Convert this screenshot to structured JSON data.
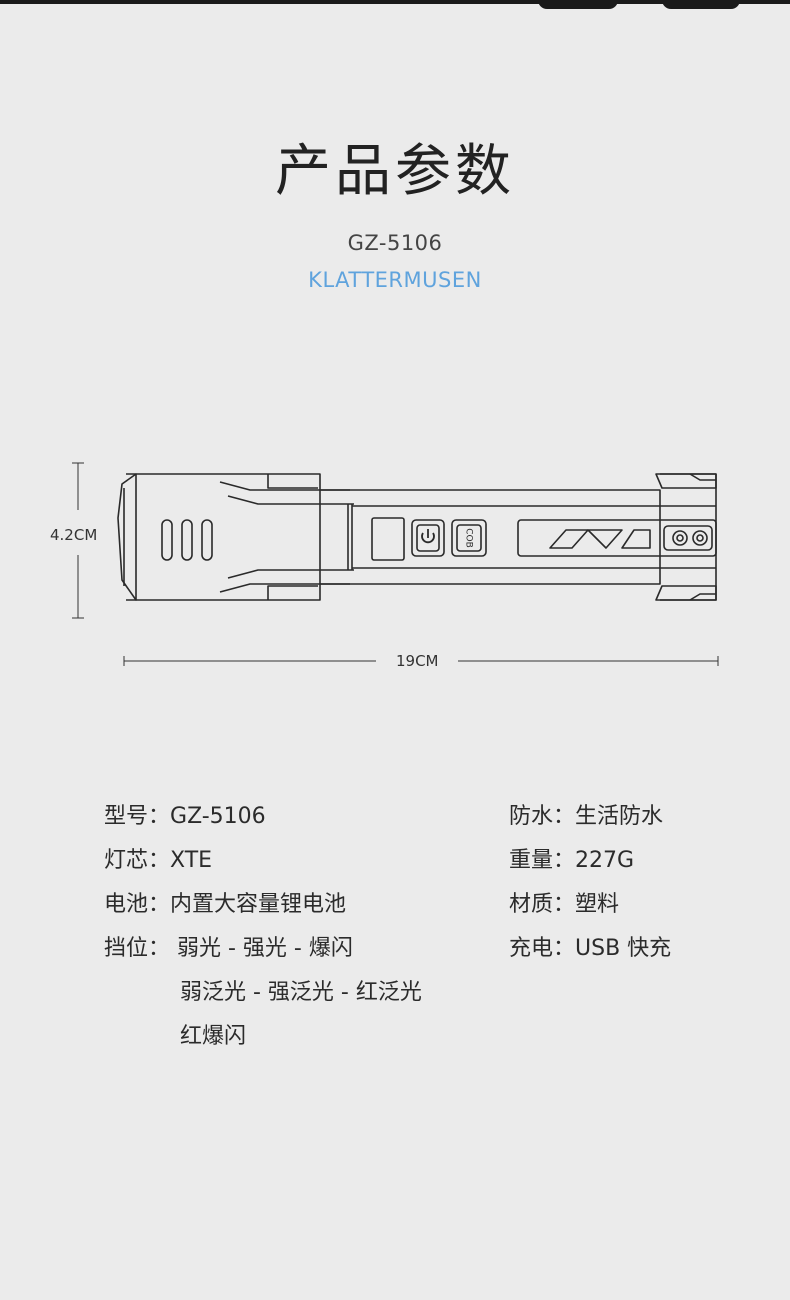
{
  "header": {
    "title": "产品参数",
    "model": "GZ-5106",
    "brand": "KLATTERMUSEN"
  },
  "dimensions": {
    "height_label": "4.2CM",
    "length_label": "19CM"
  },
  "product_buttons": {
    "cob_label": "COB"
  },
  "specs_left": [
    {
      "key": "型号：",
      "value": "GZ-5106"
    },
    {
      "key": "灯芯：",
      "value": "XTE"
    },
    {
      "key": "电池：",
      "value": "内置大容量锂电池"
    },
    {
      "key": "挡位：",
      "value": " 弱光 - 强光 - 爆闪"
    }
  ],
  "specs_left_cont": [
    "弱泛光 - 强泛光 - 红泛光",
    "红爆闪"
  ],
  "specs_right": [
    {
      "key": "防水：",
      "value": "生活防水"
    },
    {
      "key": "重量：",
      "value": "227G"
    },
    {
      "key": "材质：",
      "value": "塑料"
    },
    {
      "key": "充电：",
      "value": "USB 快充"
    }
  ],
  "colors": {
    "background": "#ebebeb",
    "brand_accent": "#5fa3dd",
    "text": "#2b2b2b"
  }
}
